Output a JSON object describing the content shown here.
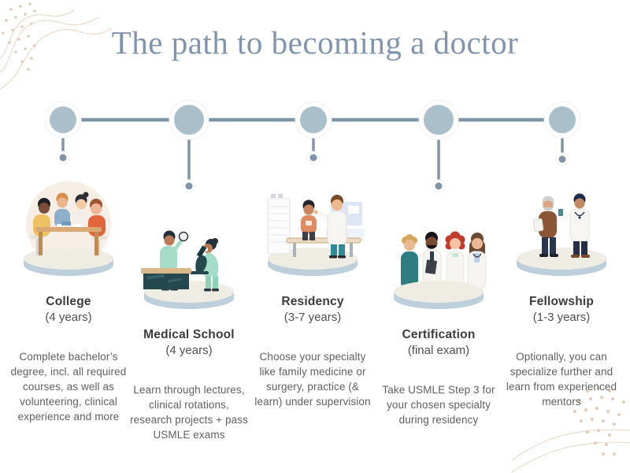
{
  "title": "The path to becoming a doctor",
  "stages": [
    {
      "name": "College",
      "duration": "(4 years)",
      "description": "Complete bachelor’s degree, incl. all required courses, as well as volunteering, clinical experience and more",
      "illustration": "students-studying-around-table"
    },
    {
      "name": "Medical School",
      "duration": "(4 years)",
      "description": "Learn through lectures, clinical rotations, research projects + pass USMLE exams",
      "illustration": "researchers-with-microscope"
    },
    {
      "name": "Residency",
      "duration": "(3-7 years)",
      "description": "Choose your specialty like family medicine or surgery, practice (& learn) under supervision",
      "illustration": "doctor-examining-patient"
    },
    {
      "name": "Certification",
      "duration": "(final exam)",
      "description": "Take USMLE Step 3 for your chosen specialty during residency",
      "illustration": "medical-team-group"
    },
    {
      "name": "Fellowship",
      "duration": "(1-3 years)",
      "description": "Optionally, you can specialize further and learn from experienced mentors",
      "illustration": "mentor-with-doctor"
    }
  ],
  "decorations": {
    "top_left": "abstract-curved-lines-with-dots",
    "bottom_right": "curved-lines-with-dot-cluster"
  },
  "colors": {
    "title": "#8095ad",
    "node": "#a9bfca",
    "line": "#8094a8",
    "heading": "#3b3b3b",
    "duration": "#4f4f4f",
    "body": "#5f5f5f",
    "decorline": "#ead7c7",
    "decordot": "#e3cbb6",
    "pedtop": "#efece4",
    "pedside": "#bccfda"
  }
}
